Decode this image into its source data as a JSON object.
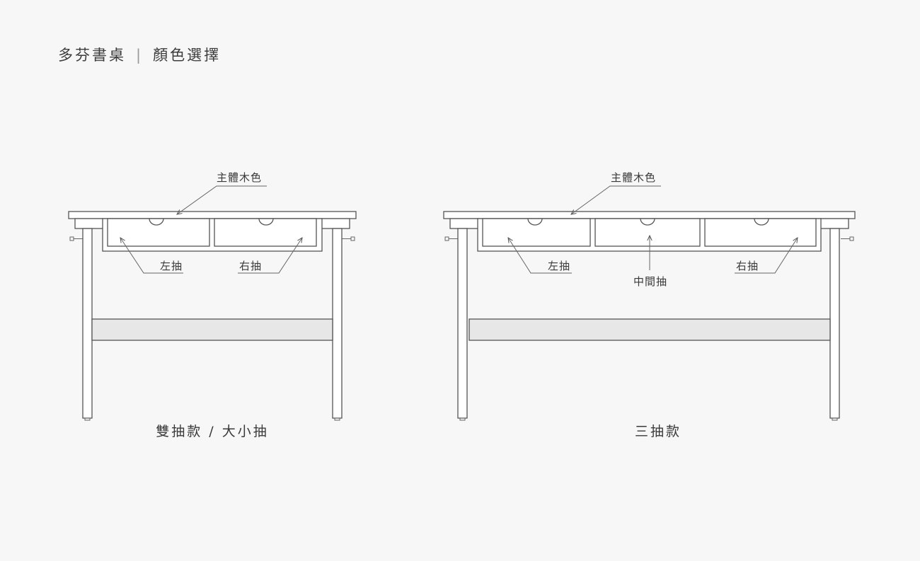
{
  "header": {
    "product": "多芬書桌",
    "separator": "|",
    "section": "顏色選擇"
  },
  "desk_two": {
    "caption": "雙抽款 / 大小抽",
    "label_body": "主體木色",
    "label_left": "左抽",
    "label_right": "右抽"
  },
  "desk_three": {
    "caption": "三抽款",
    "label_body": "主體木色",
    "label_left": "左抽",
    "label_middle": "中間抽",
    "label_right": "右抽"
  },
  "colors": {
    "background": "#f7f7f7",
    "line": "#555555",
    "panel": "#ffffff",
    "stretcher": "#e7e7e7"
  }
}
